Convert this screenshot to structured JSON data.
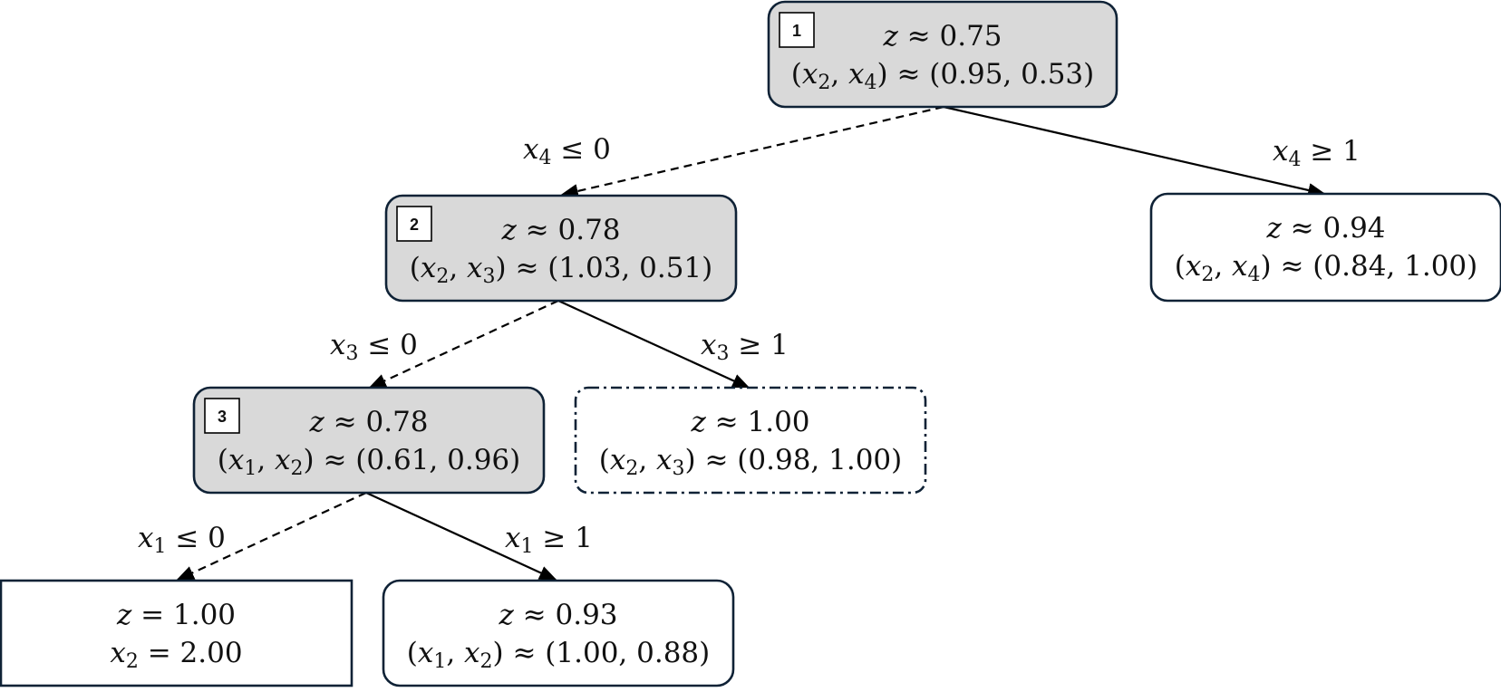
{
  "diagram": {
    "colors": {
      "stroke": "#0f2236",
      "fill_active": "#d9d9d9",
      "fill_leaf": "#ffffff",
      "edge": "#000000",
      "text": "#111111"
    },
    "nodes": [
      {
        "id": "n1",
        "badge": "1",
        "style": "active",
        "line1": {
          "main": "z ≈ 0.75"
        },
        "line2": {
          "prefix": "(x",
          "sub1": "2",
          "mid": ", x",
          "sub2": "4",
          "suffix": ") ≈ (0.95, 0.53)"
        }
      },
      {
        "id": "n2",
        "badge": "2",
        "style": "active",
        "line1": {
          "main": "z ≈ 0.78"
        },
        "line2": {
          "prefix": "(x",
          "sub1": "2",
          "mid": ", x",
          "sub2": "3",
          "suffix": ") ≈ (1.03, 0.51)"
        }
      },
      {
        "id": "n3",
        "badge": "3",
        "style": "active",
        "line1": {
          "main": "z ≈ 0.78"
        },
        "line2": {
          "prefix": "(x",
          "sub1": "1",
          "mid": ", x",
          "sub2": "2",
          "suffix": ") ≈ (0.61, 0.96)"
        }
      },
      {
        "id": "n4",
        "badge": "",
        "style": "leaf",
        "line1": {
          "main": "z ≈ 0.94"
        },
        "line2": {
          "prefix": "(x",
          "sub1": "2",
          "mid": ", x",
          "sub2": "4",
          "suffix": ") ≈ (0.84, 1.00)"
        }
      },
      {
        "id": "n5",
        "badge": "",
        "style": "dashdot",
        "line1": {
          "main": "z ≈ 1.00"
        },
        "line2": {
          "prefix": "(x",
          "sub1": "2",
          "mid": ", x",
          "sub2": "3",
          "suffix": ") ≈ (0.98, 1.00)"
        }
      },
      {
        "id": "n6",
        "badge": "",
        "style": "square",
        "line1": {
          "main": "z = 1.00"
        },
        "line2": {
          "prefix": "x",
          "sub1": "2",
          "mid": "",
          "sub2": "",
          "suffix": " = 2.00"
        }
      },
      {
        "id": "n7",
        "badge": "",
        "style": "leaf",
        "line1": {
          "main": "z ≈ 0.93"
        },
        "line2": {
          "prefix": "(x",
          "sub1": "1",
          "mid": ", x",
          "sub2": "2",
          "suffix": ") ≈ (1.00, 0.88)"
        }
      }
    ],
    "edges": [
      {
        "from": "n1",
        "to": "n2",
        "dashed": true,
        "label": {
          "var": "x",
          "sub": "4",
          "rel": " ≤ 0"
        }
      },
      {
        "from": "n1",
        "to": "n4",
        "dashed": false,
        "label": {
          "var": "x",
          "sub": "4",
          "rel": " ≥ 1"
        }
      },
      {
        "from": "n2",
        "to": "n3",
        "dashed": true,
        "label": {
          "var": "x",
          "sub": "3",
          "rel": " ≤ 0"
        }
      },
      {
        "from": "n2",
        "to": "n5",
        "dashed": false,
        "label": {
          "var": "x",
          "sub": "3",
          "rel": " ≥ 1"
        }
      },
      {
        "from": "n3",
        "to": "n6",
        "dashed": true,
        "label": {
          "var": "x",
          "sub": "1",
          "rel": " ≤ 0"
        }
      },
      {
        "from": "n3",
        "to": "n7",
        "dashed": false,
        "label": {
          "var": "x",
          "sub": "1",
          "rel": " ≥ 1"
        }
      }
    ]
  }
}
